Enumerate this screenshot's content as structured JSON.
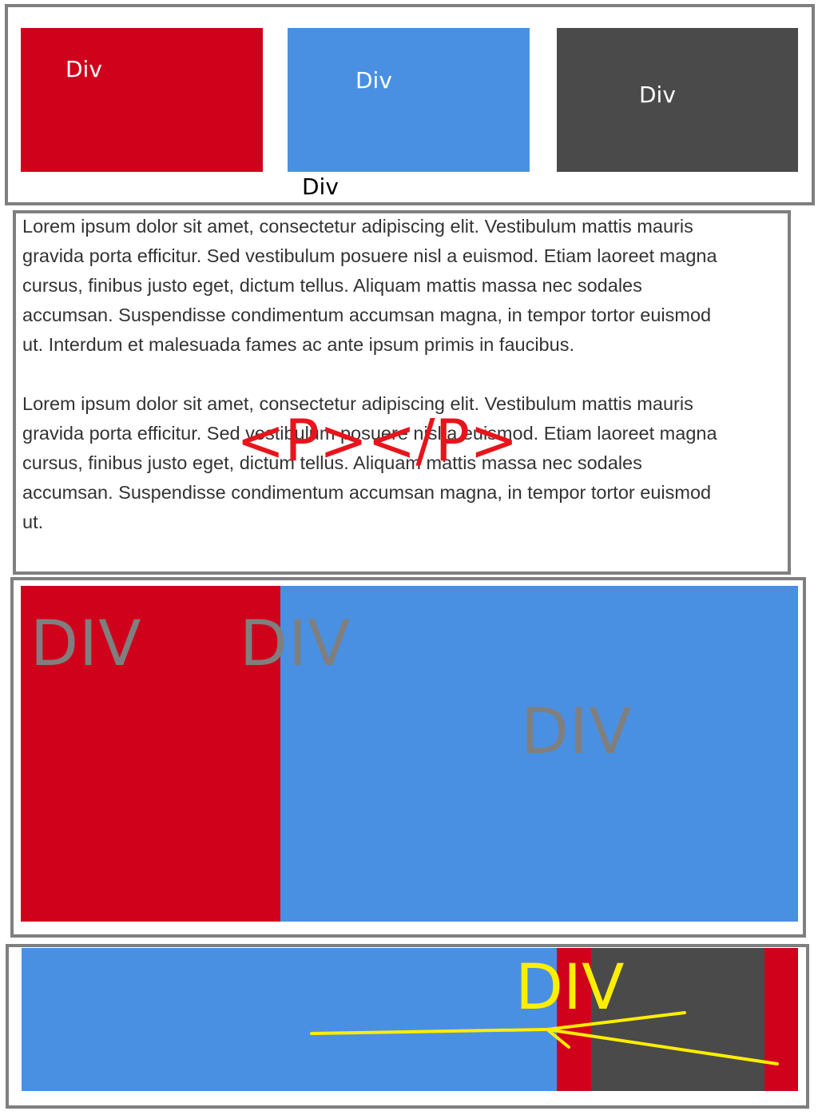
{
  "section1": {
    "boxes": [
      {
        "label": "Div",
        "color": "#d0021b"
      },
      {
        "label": "Div",
        "color": "#4a90e2"
      },
      {
        "label": "Div",
        "color": "#4a4a4a"
      }
    ],
    "container_label": "Div"
  },
  "section2": {
    "paragraph1": [
      "Lorem ipsum dolor sit amet, consectetur adipiscing elit. Vestibulum mattis mauris",
      "gravida porta efficitur. Sed vestibulum posuere nisl a euismod. Etiam laoreet magna",
      "cursus, finibus justo eget, dictum tellus. Aliquam mattis massa nec sodales",
      "accumsan. Suspendisse condimentum accumsan magna, in tempor tortor euismod",
      "ut. Interdum et malesuada fames ac ante ipsum primis in faucibus."
    ],
    "paragraph2": [
      "Lorem ipsum dolor sit amet, consectetur adipiscing elit. Vestibulum mattis mauris",
      "gravida porta efficitur. Sed vestibulum posuere nisl a euismod. Etiam laoreet magna",
      "cursus, finibus justo eget, dictum tellus. Aliquam mattis massa nec sodales",
      "accumsan. Suspendisse condimentum accumsan magna, in tempor tortor euismod",
      "ut."
    ],
    "annotation": "<P></P>",
    "annotation_color": "#e8141b"
  },
  "section3": {
    "labels": [
      "DIV",
      "DIV",
      "DIV"
    ],
    "colors": {
      "left": "#d0021b",
      "right": "#4a90e2",
      "label": "#7f7f7f"
    }
  },
  "section4": {
    "label": "DIV",
    "colors": {
      "main": "#4a90e2",
      "accent": "#d0021b",
      "dark": "#4a4a4a",
      "annotation": "#ffee00"
    }
  }
}
